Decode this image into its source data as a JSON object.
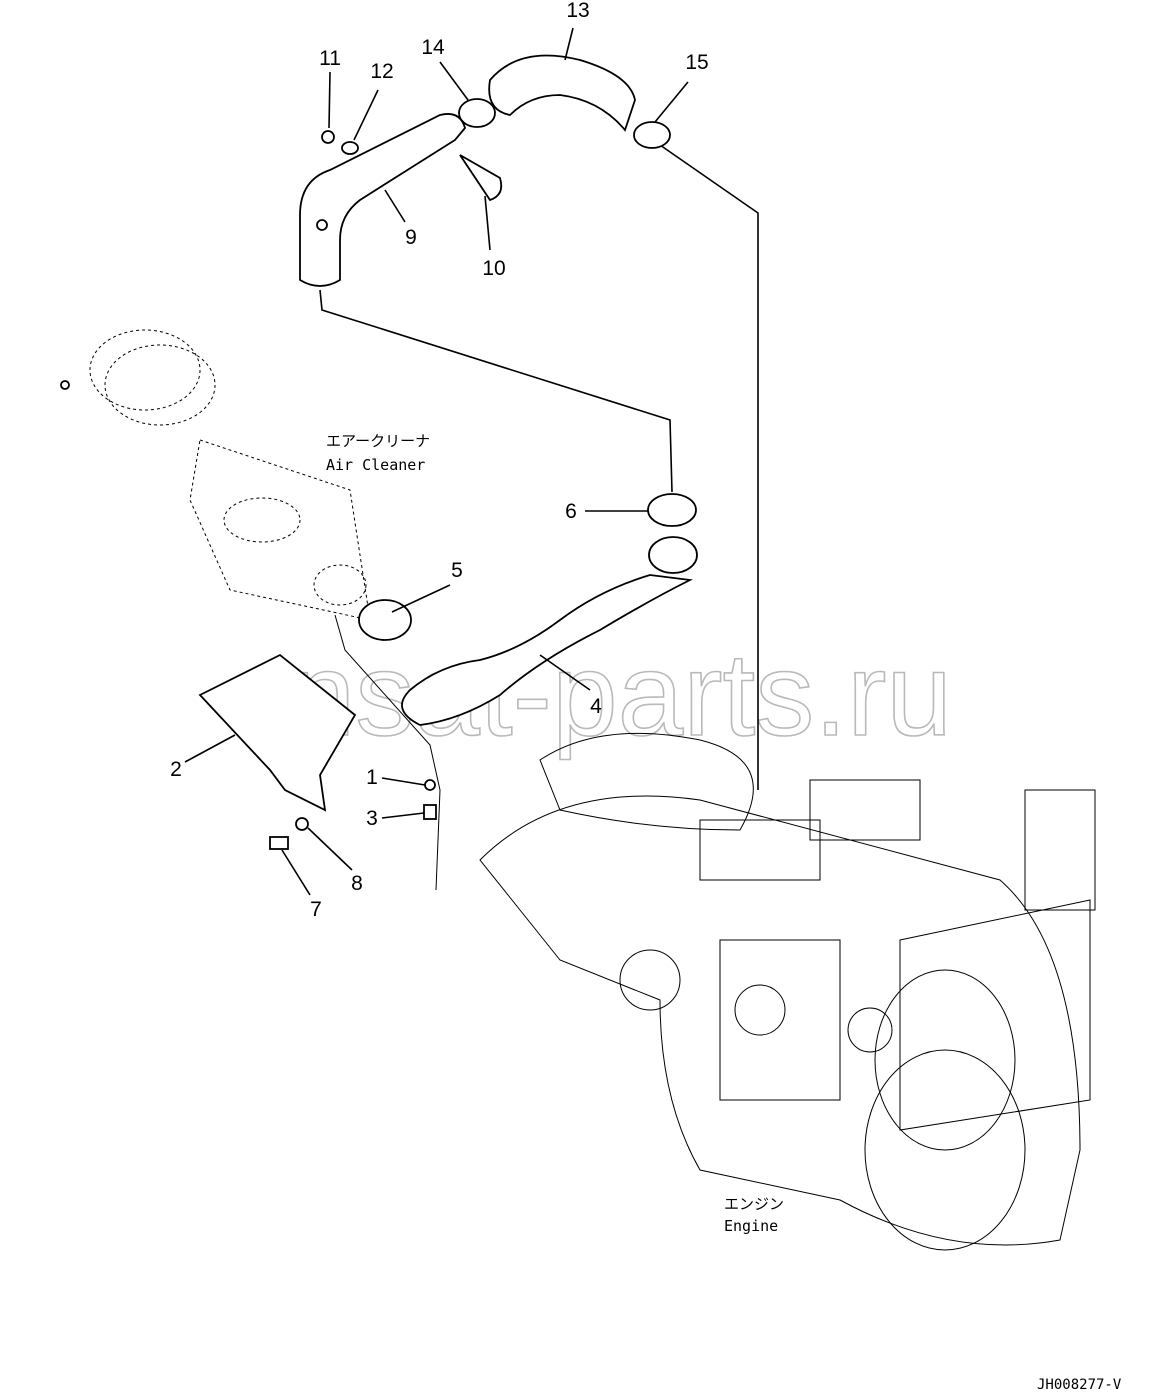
{
  "diagram": {
    "part_numbers": [
      "1",
      "2",
      "3",
      "4",
      "5",
      "6",
      "7",
      "8",
      "9",
      "10",
      "11",
      "12",
      "13",
      "14",
      "15"
    ],
    "air_cleaner": {
      "label_jp": "エアークリーナ",
      "label_en": "Air Cleaner"
    },
    "engine": {
      "label_jp": "エンジン",
      "label_en": "Engine"
    },
    "watermark": "ansat-parts.ru",
    "drawing_code": "JH008277-V"
  }
}
